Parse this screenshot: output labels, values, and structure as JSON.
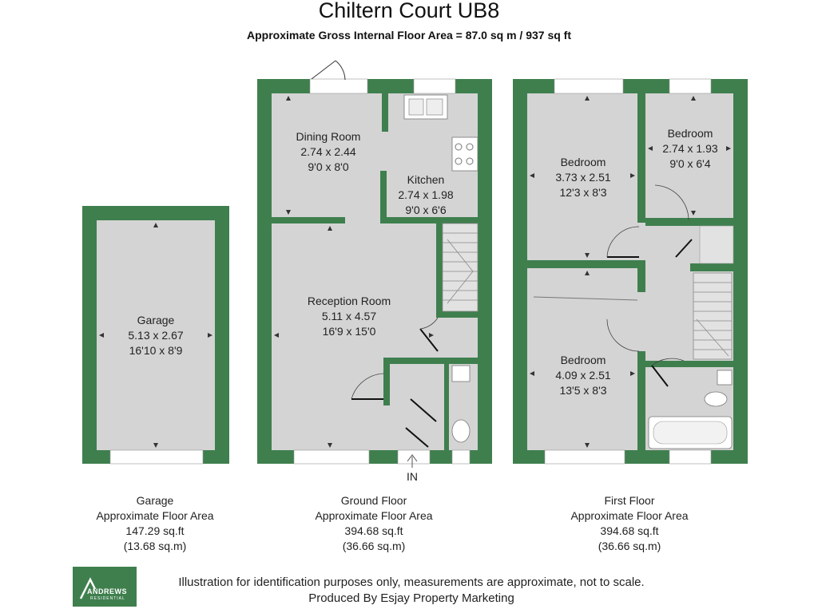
{
  "header": {
    "title": "Chiltern Court UB8",
    "subtitle": "Approximate Gross Internal Floor Area = 87.0 sq m / 937 sq ft"
  },
  "colors": {
    "wall": "#3f7f4e",
    "floor": "#d4d4d4",
    "fixture": "#ffffff"
  },
  "rooms": {
    "garage": {
      "name": "Garage",
      "metric": "5.13 x 2.67",
      "imperial": "16'10 x 8'9"
    },
    "dining": {
      "name": "Dining Room",
      "metric": "2.74 x 2.44",
      "imperial": "9'0 x 8'0"
    },
    "kitchen": {
      "name": "Kitchen",
      "metric": "2.74 x 1.98",
      "imperial": "9'0 x 6'6"
    },
    "reception": {
      "name": "Reception Room",
      "metric": "5.11 x 4.57",
      "imperial": "16'9 x 15'0"
    },
    "bedroom1": {
      "name": "Bedroom",
      "metric": "3.73 x 2.51",
      "imperial": "12'3 x 8'3"
    },
    "bedroom2": {
      "name": "Bedroom",
      "metric": "2.74 x 1.93",
      "imperial": "9'0 x 6'4"
    },
    "bedroom3": {
      "name": "Bedroom",
      "metric": "4.09 x 2.51",
      "imperial": "13'5 x 8'3"
    }
  },
  "entrance": "IN",
  "captions": {
    "garage": {
      "name": "Garage",
      "label": "Approximate Floor Area",
      "sqft": "147.29 sq.ft",
      "sqm": "(13.68 sq.m)"
    },
    "ground": {
      "name": "Ground Floor",
      "label": "Approximate Floor Area",
      "sqft": "394.68 sq.ft",
      "sqm": "(36.66 sq.m)"
    },
    "first": {
      "name": "First Floor",
      "label": "Approximate Floor Area",
      "sqft": "394.68 sq.ft",
      "sqm": "(36.66 sq.m)"
    }
  },
  "footer": {
    "logo_name": "ANDREWS",
    "logo_sub": "RESIDENTIAL",
    "line1": "Illustration for identification purposes only, measurements are approximate, not to scale.",
    "line2": "Produced By Esjay Property Marketing"
  }
}
